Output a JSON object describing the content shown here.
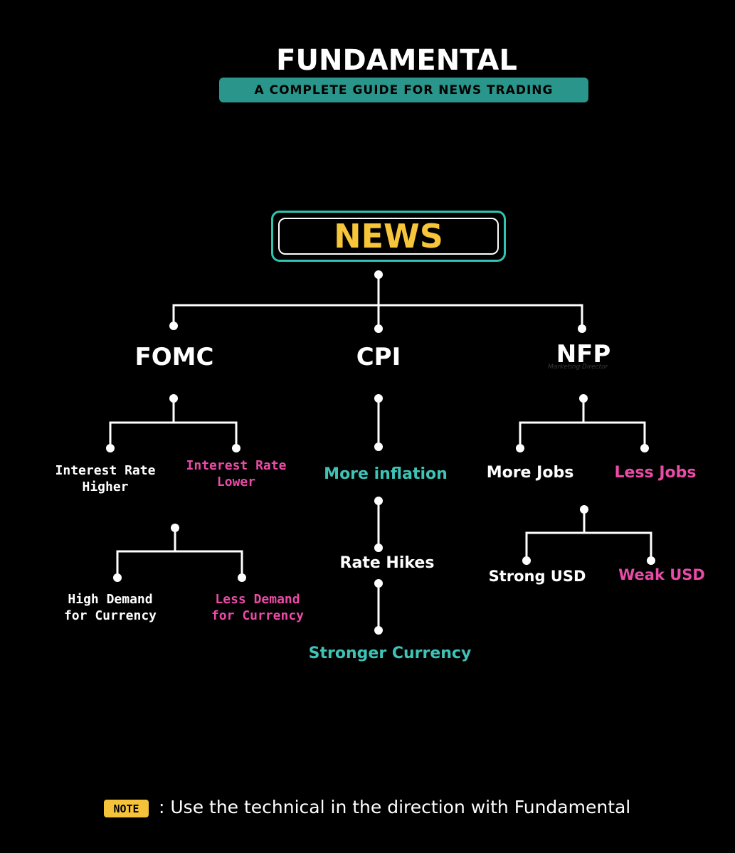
{
  "header": {
    "title": "FUNDAMENTAL",
    "subtitle": "A COMPLETE GUIDE FOR NEWS TRADING"
  },
  "root": {
    "label": "NEWS"
  },
  "branches": {
    "fomc": {
      "label": "FOMC",
      "interest_higher": "Interest Rate\nHigher",
      "interest_lower": "Interest Rate\nLower",
      "high_demand": "High Demand\nfor Currency",
      "less_demand": "Less Demand\nfor Currency"
    },
    "cpi": {
      "label": "CPI",
      "more_inflation": "More inflation",
      "rate_hikes": "Rate Hikes",
      "stronger_currency": "Stronger Currency"
    },
    "nfp": {
      "label": "NFP",
      "watermark": "Marketing Director",
      "more_jobs": "More Jobs",
      "less_jobs": "Less Jobs",
      "strong_usd": "Strong USD",
      "weak_usd": "Weak USD"
    }
  },
  "note": {
    "badge": "NOTE",
    "text": ": Use the technical in the direction with Fundamental"
  },
  "colors": {
    "background": "#000000",
    "teal": "#3ec3b6",
    "pink": "#ea4ba6",
    "yellow": "#f7c53a",
    "pill": "#2a958a"
  }
}
